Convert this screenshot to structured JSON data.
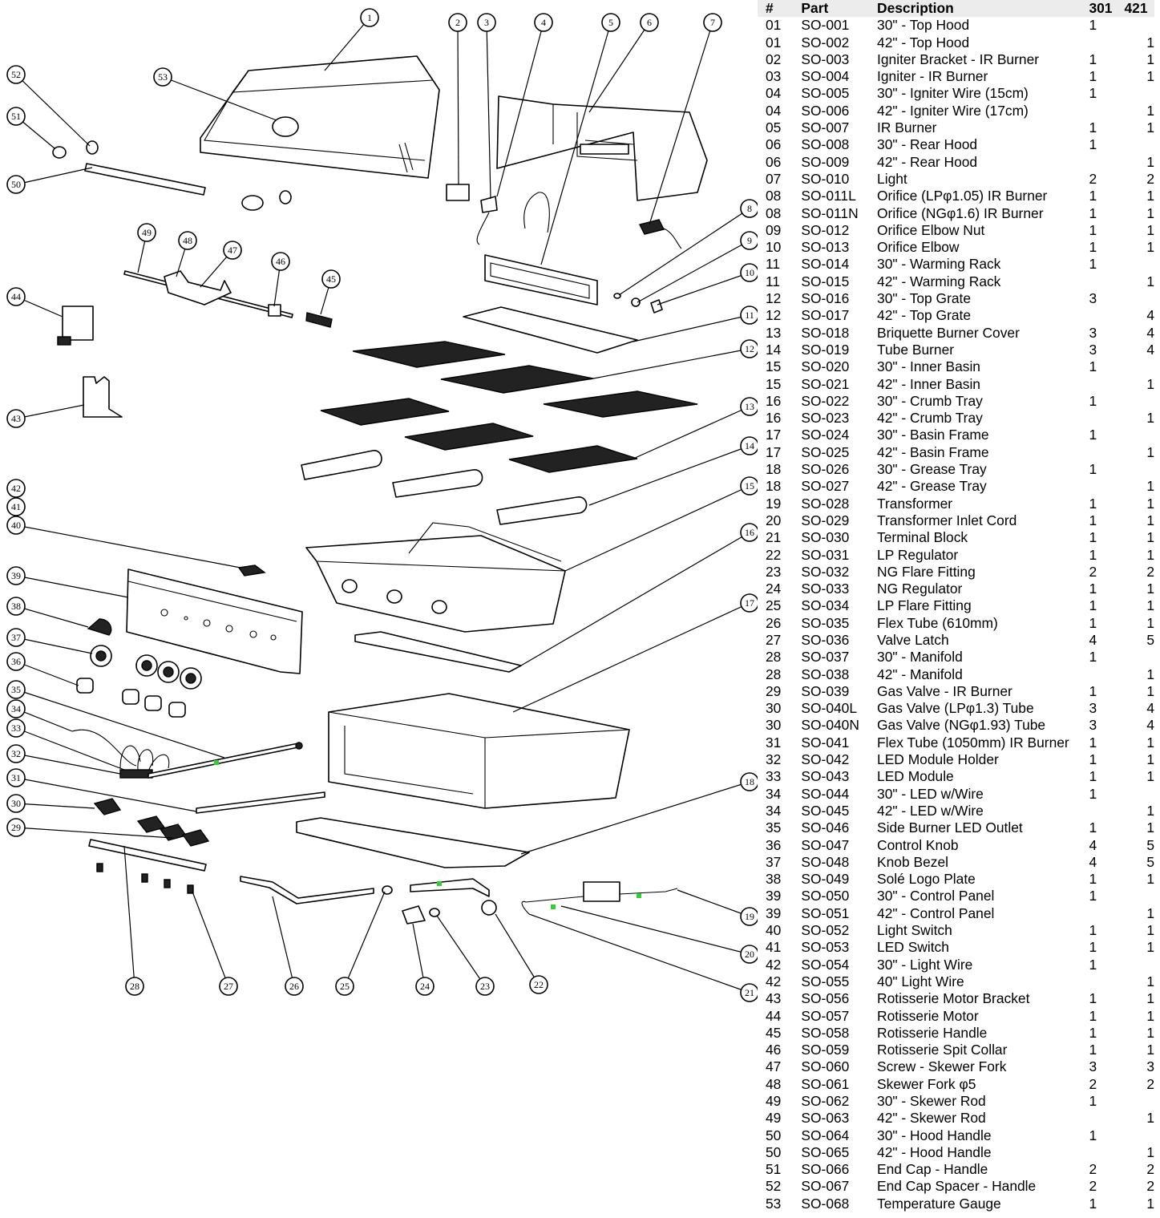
{
  "table": {
    "headers": [
      "#",
      "Part",
      "Description",
      "301",
      "421"
    ],
    "rows": [
      [
        "01",
        "SO-001",
        "30\" - Top Hood",
        "1",
        ""
      ],
      [
        "01",
        "SO-002",
        "42\" - Top Hood",
        "",
        "1"
      ],
      [
        "02",
        "SO-003",
        "Igniter Bracket - IR Burner",
        "1",
        "1"
      ],
      [
        "03",
        "SO-004",
        "Igniter - IR Burner",
        "1",
        "1"
      ],
      [
        "04",
        "SO-005",
        "30\" - Igniter Wire (15cm)",
        "1",
        ""
      ],
      [
        "04",
        "SO-006",
        "42\" - Igniter Wire (17cm)",
        "",
        "1"
      ],
      [
        "05",
        "SO-007",
        "IR Burner",
        "1",
        "1"
      ],
      [
        "06",
        "SO-008",
        "30\" - Rear Hood",
        "1",
        ""
      ],
      [
        "06",
        "SO-009",
        "42\" - Rear Hood",
        "",
        "1"
      ],
      [
        "07",
        "SO-010",
        "Light",
        "2",
        "2"
      ],
      [
        "08",
        "SO-011L",
        "Orifice (LPφ1.05) IR Burner",
        "1",
        "1"
      ],
      [
        "08",
        "SO-011N",
        "Orifice (NGφ1.6) IR Burner",
        "1",
        "1"
      ],
      [
        "09",
        "SO-012",
        "Orifice Elbow Nut",
        "1",
        "1"
      ],
      [
        "10",
        "SO-013",
        "Orifice Elbow",
        "1",
        "1"
      ],
      [
        "11",
        "SO-014",
        "30\" - Warming Rack",
        "1",
        ""
      ],
      [
        "11",
        "SO-015",
        "42\" - Warming Rack",
        "",
        "1"
      ],
      [
        "12",
        "SO-016",
        "30\" - Top Grate",
        "3",
        ""
      ],
      [
        "12",
        "SO-017",
        "42\" - Top Grate",
        "",
        "4"
      ],
      [
        "13",
        "SO-018",
        "Briquette Burner Cover",
        "3",
        "4"
      ],
      [
        "14",
        "SO-019",
        "Tube Burner",
        "3",
        "4"
      ],
      [
        "15",
        "SO-020",
        "30\" - Inner Basin",
        "1",
        ""
      ],
      [
        "15",
        "SO-021",
        "42\" - Inner Basin",
        "",
        "1"
      ],
      [
        "16",
        "SO-022",
        "30\" - Crumb Tray",
        "1",
        ""
      ],
      [
        "16",
        "SO-023",
        "42\" - Crumb Tray",
        "",
        "1"
      ],
      [
        "17",
        "SO-024",
        "30\" - Basin Frame",
        "1",
        ""
      ],
      [
        "17",
        "SO-025",
        "42\" - Basin Frame",
        "",
        "1"
      ],
      [
        "18",
        "SO-026",
        "30\" - Grease Tray",
        "1",
        ""
      ],
      [
        "18",
        "SO-027",
        "42\" - Grease Tray",
        "",
        "1"
      ],
      [
        "19",
        "SO-028",
        "Transformer",
        "1",
        "1"
      ],
      [
        "20",
        "SO-029",
        "Transformer Inlet Cord",
        "1",
        "1"
      ],
      [
        "21",
        "SO-030",
        "Terminal Block",
        "1",
        "1"
      ],
      [
        "22",
        "SO-031",
        "LP Regulator",
        "1",
        "1"
      ],
      [
        "23",
        "SO-032",
        "NG Flare Fitting",
        "2",
        "2"
      ],
      [
        "24",
        "SO-033",
        "NG Regulator",
        "1",
        "1"
      ],
      [
        "25",
        "SO-034",
        "LP Flare Fitting",
        "1",
        "1"
      ],
      [
        "26",
        "SO-035",
        "Flex Tube (610mm)",
        "1",
        "1"
      ],
      [
        "27",
        "SO-036",
        "Valve Latch",
        "4",
        "5"
      ],
      [
        "28",
        "SO-037",
        "30\" - Manifold",
        "1",
        ""
      ],
      [
        "28",
        "SO-038",
        "42\" - Manifold",
        "",
        "1"
      ],
      [
        "29",
        "SO-039",
        "Gas Valve - IR Burner",
        "1",
        "1"
      ],
      [
        "30",
        "SO-040L",
        "Gas Valve (LPφ1.3) Tube",
        "3",
        "4"
      ],
      [
        "30",
        "SO-040N",
        "Gas Valve (NGφ1.93) Tube",
        "3",
        "4"
      ],
      [
        "31",
        "SO-041",
        "Flex Tube (1050mm) IR Burner",
        "1",
        "1"
      ],
      [
        "32",
        "SO-042",
        "LED Module Holder",
        "1",
        "1"
      ],
      [
        "33",
        "SO-043",
        "LED Module",
        "1",
        "1"
      ],
      [
        "34",
        "SO-044",
        "30\" - LED w/Wire",
        "1",
        ""
      ],
      [
        "34",
        "SO-045",
        "42\" - LED w/Wire",
        "",
        "1"
      ],
      [
        "35",
        "SO-046",
        "Side Burner LED Outlet",
        "1",
        "1"
      ],
      [
        "36",
        "SO-047",
        "Control Knob",
        "4",
        "5"
      ],
      [
        "37",
        "SO-048",
        "Knob Bezel",
        "4",
        "5"
      ],
      [
        "38",
        "SO-049",
        "Solé Logo Plate",
        "1",
        "1"
      ],
      [
        "39",
        "SO-050",
        "30\" - Control Panel",
        "1",
        ""
      ],
      [
        "39",
        "SO-051",
        "42\" - Control Panel",
        "",
        "1"
      ],
      [
        "40",
        "SO-052",
        "Light Switch",
        "1",
        "1"
      ],
      [
        "41",
        "SO-053",
        "LED Switch",
        "1",
        "1"
      ],
      [
        "42",
        "SO-054",
        "30\" - Light Wire",
        "1",
        ""
      ],
      [
        "42",
        "SO-055",
        "40\" Light Wire",
        "",
        "1"
      ],
      [
        "43",
        "SO-056",
        "Rotisserie Motor Bracket",
        "1",
        "1"
      ],
      [
        "44",
        "SO-057",
        "Rotisserie Motor",
        "1",
        "1"
      ],
      [
        "45",
        "SO-058",
        "Rotisserie Handle",
        "1",
        "1"
      ],
      [
        "46",
        "SO-059",
        "Rotisserie Spit Collar",
        "1",
        "1"
      ],
      [
        "47",
        "SO-060",
        "Screw - Skewer Fork",
        "3",
        "3"
      ],
      [
        "48",
        "SO-061",
        "Skewer Fork φ5",
        "2",
        "2"
      ],
      [
        "49",
        "SO-062",
        "30\" - Skewer Rod",
        "1",
        ""
      ],
      [
        "49",
        "SO-063",
        "42\" - Skewer Rod",
        "",
        "1"
      ],
      [
        "50",
        "SO-064",
        "30\" - Hood Handle",
        "1",
        ""
      ],
      [
        "50",
        "SO-065",
        "42\" - Hood Handle",
        "",
        "1"
      ],
      [
        "51",
        "SO-066",
        "End Cap - Handle",
        "2",
        "2"
      ],
      [
        "52",
        "SO-067",
        "End Cap Spacer - Handle",
        "2",
        "2"
      ],
      [
        "53",
        "SO-068",
        "Temperature Gauge",
        "1",
        "1"
      ]
    ]
  },
  "diagram": {
    "callouts": [
      "1",
      "2",
      "3",
      "4",
      "5",
      "6",
      "7",
      "8",
      "9",
      "10",
      "11",
      "12",
      "13",
      "14",
      "15",
      "16",
      "17",
      "18",
      "19",
      "20",
      "21",
      "22",
      "23",
      "24",
      "25",
      "26",
      "27",
      "28",
      "29",
      "30",
      "31",
      "32",
      "33",
      "34",
      "35",
      "36",
      "37",
      "38",
      "39",
      "40",
      "41",
      "42",
      "43",
      "44",
      "45",
      "46",
      "47",
      "48",
      "49",
      "50",
      "51",
      "52",
      "53"
    ]
  },
  "colors": {
    "ink": "#000000",
    "highlight": "#2fd12f"
  }
}
